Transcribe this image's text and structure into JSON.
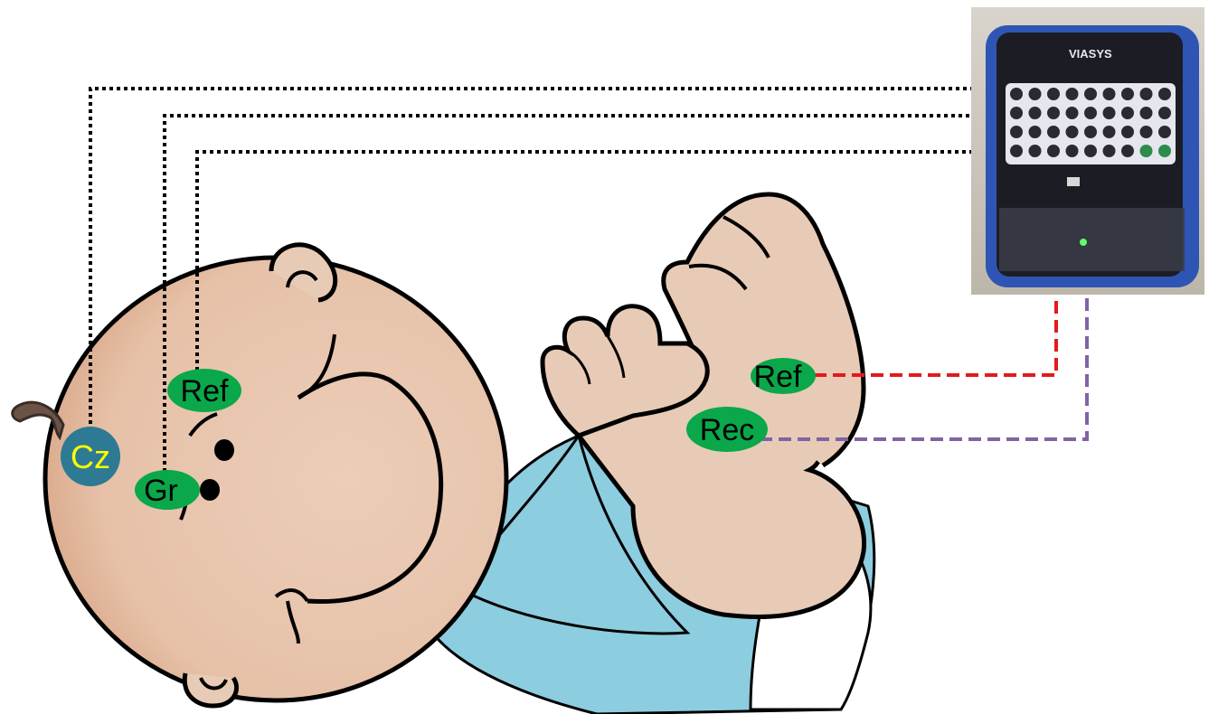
{
  "electrodes": {
    "cz": {
      "label": "Cz",
      "fill": "#2e7a94",
      "text_color": "#ffff00"
    },
    "ref_head": {
      "label": "Ref",
      "fill": "#0aa84a"
    },
    "ground": {
      "label": "Gr",
      "fill": "#0aa84a"
    },
    "ref_arm": {
      "label": "Ref",
      "fill": "#0aa84a"
    },
    "rec": {
      "label": "Rec",
      "fill": "#0aa84a"
    }
  },
  "device": {
    "brand": "VIASYS"
  },
  "wires": {
    "head_style": "dotted",
    "head_color": "#000000",
    "ref_arm_color": "#e31a1c",
    "rec_color": "#8064a2"
  },
  "colors": {
    "skin": "#e8cbb6",
    "skin_shade": "#d9a88a",
    "shirt": "#8ccddf",
    "outline": "#000000",
    "hair": "#6b5347"
  }
}
